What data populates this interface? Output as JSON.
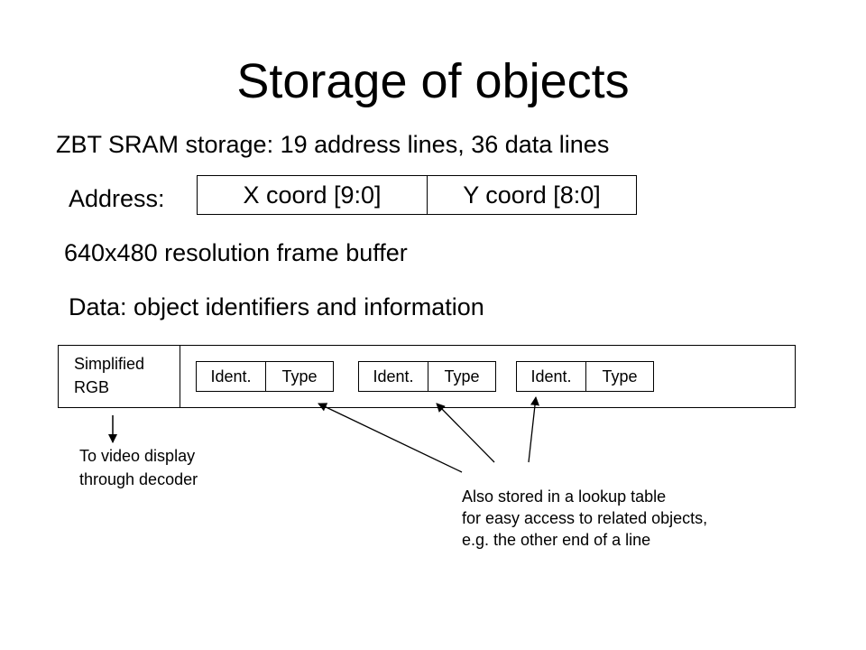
{
  "title": "Storage of objects",
  "zbt_line": "ZBT SRAM storage: 19 address lines, 36 data lines",
  "address": {
    "label": "Address:",
    "x_field": "X coord [9:0]",
    "y_field": "Y coord [8:0]"
  },
  "resolution_line": "640x480 resolution frame buffer",
  "data_line": "Data: object identifiers and information",
  "data_word": {
    "rgb_label": "Simplified\nRGB",
    "pairs": [
      {
        "ident": "Ident.",
        "type": "Type"
      },
      {
        "ident": "Ident.",
        "type": "Type"
      },
      {
        "ident": "Ident.",
        "type": "Type"
      }
    ]
  },
  "notes": {
    "video": "To video display\nthrough decoder",
    "lookup": "Also stored in a lookup table\nfor easy access to related objects,\ne.g. the other end of a line"
  }
}
